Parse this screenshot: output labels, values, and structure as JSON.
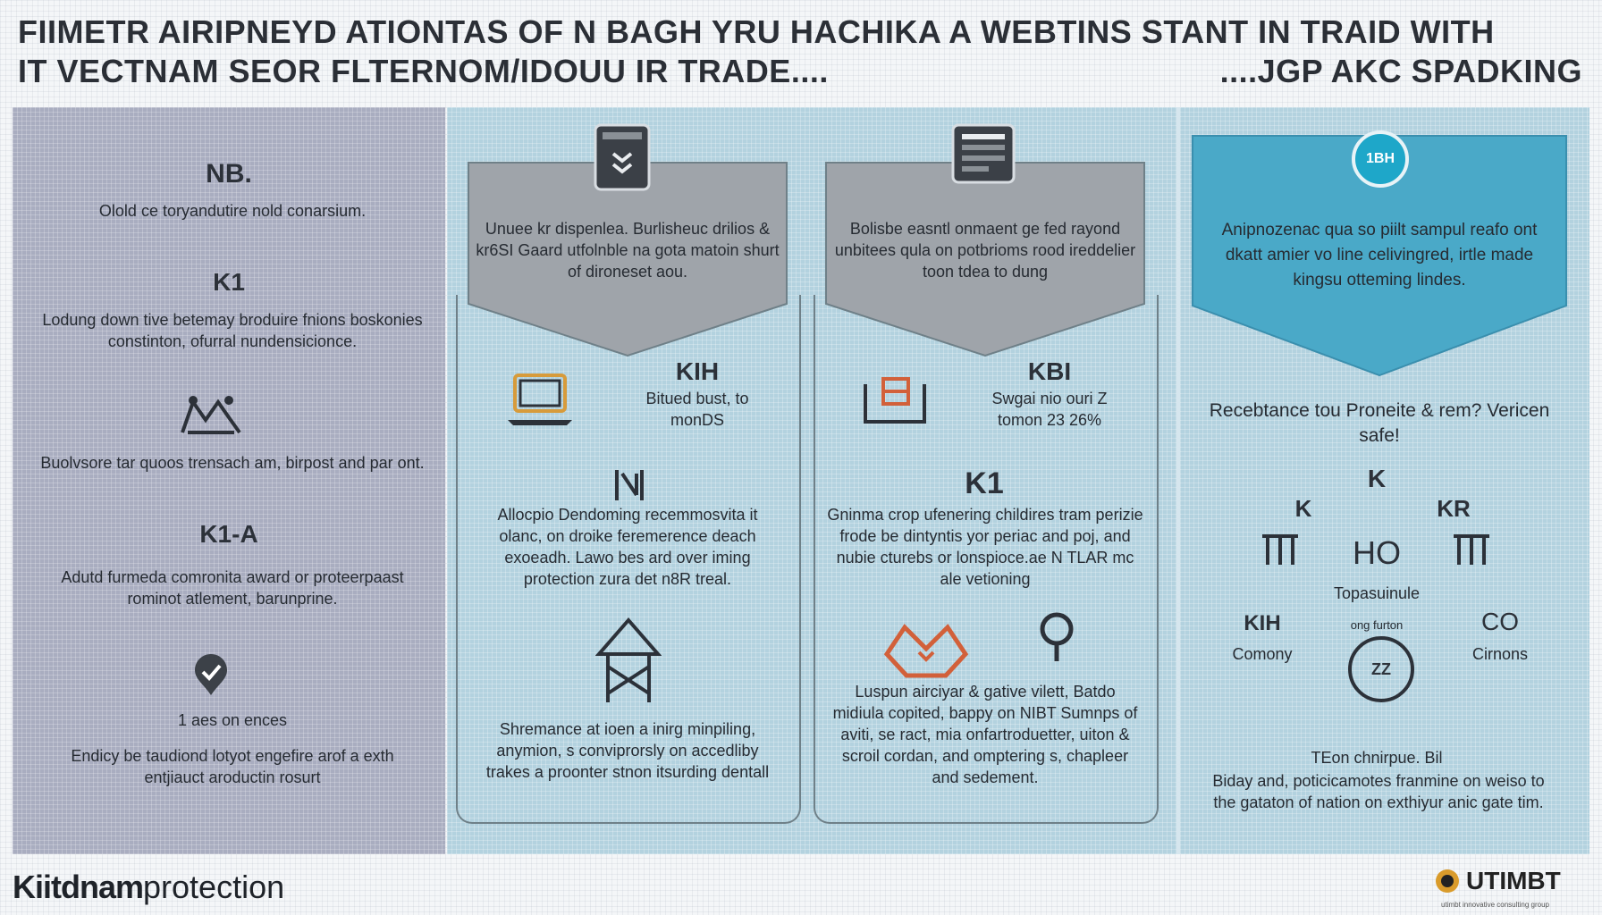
{
  "title": {
    "line1": "FIIMETR AIRIPNEYD ATIONTAS OF N BAGH YRU HACHIKA A WEBTINS STANT IN TRAID WITH",
    "line2_left": "IT VECTNAM SEOR FLTERNOM/IDOUU IR TRADE....",
    "line2_right": "....JGP AKC SPADKING"
  },
  "left": {
    "head1": "NB.",
    "text1": "Olold ce toryandutire nold conarsium.",
    "head2": "K1",
    "text2": "Lodung down tive betemay broduire fnions boskonies constinton, ofurral nundensicionce.",
    "text3": "Buolvsore tar quoos trensach am, birpost and par ont.",
    "head3": "K1-A",
    "text4": "Adutd furmeda comronita award or proteerpaast rominot atlement, barunprine.",
    "text5": "1 aes on ences",
    "text6": "Endicy be taudiond lotyot engefire arof a exth entjiauct aroductin rosurt"
  },
  "col2": {
    "banner_text": "Unuee kr dispenlea. Burlisheuc drilios & kr6SI Gaard utfolnble na gota matoin shurt of dironeset aou.",
    "head": "KIH",
    "stat": "Bitued bust, to monDS",
    "text1": "Allocpio Dendoming recemmosvita it olanc, on droike feremerence deach exoeadh. Lawo bes ard over iming protection zura det n8R treal.",
    "text2": "Shremance at ioen a inirg minpiling, anymion, s conviprorsly on accedliby trakes a proonter stnon itsurding dentall"
  },
  "col3": {
    "banner_text": "Bolisbe easntl onmaent ge fed rayond unbitees qula on potbrioms rood ireddelier toon tdea to dung",
    "head": "KBI",
    "stat": "Swgai nio ouri Z tomon 23 26%",
    "head2": "K1",
    "text1": "Gninma crop ufenering childires tram perizie frode be dintyntis yor periac and poj, and nubie cturebs or lonspioce.ae N TLAR mc ale vetioning",
    "text2": "Luspun airciyar & gative vilett, Batdo midiula copited, bappy on NIBT Sumnps of aviti, se ract, mia onfartroduetter, uiton & scroil cordan, and omptering s, chapleer and sedement."
  },
  "col4": {
    "badge": "1BH",
    "banner_text": "Anipnozenac qua so piilt sampul reafo ont dkatt amier vo line celivingred, irtle made kingsu otteming lindes.",
    "question": "Recebtance tou Proneite & rem? Vericen safe!",
    "k_top": "K",
    "k_left": "K",
    "k_right": "KR",
    "center": "HO",
    "sub": "Topasuinule",
    "left_label_top": "KIH",
    "left_label": "Comony",
    "right_label_top": "CO",
    "right_label": "Cirnons",
    "ring_label": "ong furton",
    "ring_inner": "ZZ",
    "bottom_head": "TEon chnirpue. Bil",
    "bottom_text": "Biday and, poticicamotes franmine on weiso to the gataton of nation on exthiyur anic gate tim."
  },
  "footer": {
    "brand_bold": "Kiitdnam",
    "brand_light": "protection",
    "logo_text": "UTIMBT",
    "logo_sub": "utimbt innovative consulting group"
  },
  "colors": {
    "accent_blue": "#3fa3c2",
    "card_border": "#6f8088",
    "banner_grey": "#9fa4aa"
  }
}
